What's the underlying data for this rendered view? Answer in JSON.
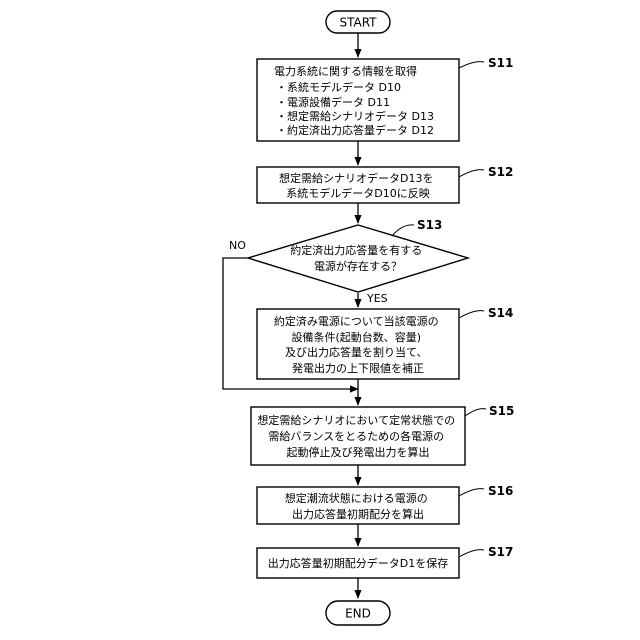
{
  "flowchart": {
    "start": {
      "label": "START"
    },
    "end": {
      "label": "END"
    },
    "steps": [
      {
        "id": "S11",
        "lines": [
          "電力系統に関する情報を取得",
          "・系統モデルデータ D10",
          "・電源設備データ D11",
          "・想定需給シナリオデータ D13",
          "・約定済出力応答量データ D12"
        ]
      },
      {
        "id": "S12",
        "lines": [
          "想定需給シナリオデータD13を",
          "系統モデルデータD10に反映"
        ]
      },
      {
        "id": "S13",
        "lines": [
          "約定済出力応答量を有する",
          "電源が存在する？"
        ]
      },
      {
        "id": "S14",
        "lines": [
          "約定済み電源について当該電源の",
          "設備条件(起動台数、容量)",
          "及び出力応答量を割り当て、",
          "発電出力の上下限値を補正"
        ]
      },
      {
        "id": "S15",
        "lines": [
          "想定需給シナリオにおいて定常状態での",
          "需給バランスをとるための各電源の",
          "起動停止及び発電出力を算出"
        ]
      },
      {
        "id": "S16",
        "lines": [
          "想定潮流状態における電源の",
          "出力応答量初期配分を算出"
        ]
      },
      {
        "id": "S17",
        "lines": [
          "出力応答量初期配分データD1を保存"
        ]
      }
    ],
    "branches": {
      "no": "NO",
      "yes": "YES"
    }
  }
}
